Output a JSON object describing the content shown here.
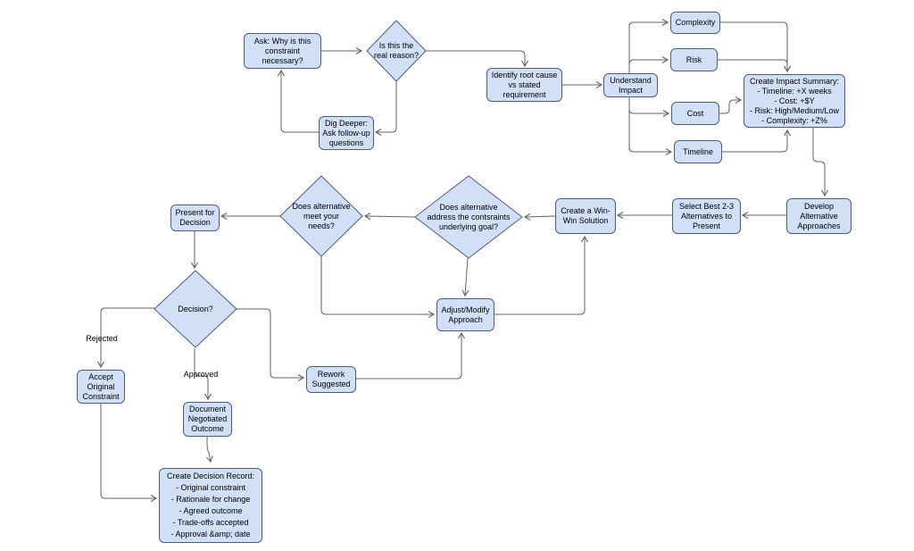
{
  "diagram": {
    "type": "flowchart",
    "colors": {
      "node_fill": "#d2e0f7",
      "node_border": "#4e5f73",
      "edge": "#636363",
      "text": "#000000",
      "background": "#ffffff"
    },
    "nodes": {
      "ask_why": {
        "label": "Ask: Why is this\nconstraint\nnecessary?"
      },
      "real_reason": {
        "label": "Is this the\nreal reason?"
      },
      "dig_deeper": {
        "label": "Dig Deeper:\nAsk follow-up\nquestions"
      },
      "identify_root": {
        "label": "Identify root cause\nvs stated\nrequirement"
      },
      "understand_impact": {
        "label": "Understand\nImpact"
      },
      "complexity": {
        "label": "Complexity"
      },
      "risk": {
        "label": "Risk"
      },
      "cost": {
        "label": "Cost"
      },
      "timeline": {
        "label": "Timeline"
      },
      "impact_summary": {
        "label": "Create Impact Summary:\n- Timeline: +X weeks\n- Cost: +$Y\n- Risk: High/Medium/Low\n- Complexity: +Z%"
      },
      "develop_alt": {
        "label": "Develop\nAlternative\nApproaches"
      },
      "select_best": {
        "label": "Select Best 2-3\nAlternatives to\nPresent"
      },
      "win_win": {
        "label": "Create a Win-\nWin Solution"
      },
      "addr_goal": {
        "label": "Does alternative\naddress the contsraints\nunderlying goal?"
      },
      "meet_needs": {
        "label": "Does alternative\nmeet your\nneeds?"
      },
      "present_decision": {
        "label": "Present for\nDecision"
      },
      "decision": {
        "label": "Decision?"
      },
      "adjust_modify": {
        "label": "Adjust/Modify\nApproach"
      },
      "rework": {
        "label": "Rework\nSuggested"
      },
      "accept_original": {
        "label": "Accept\nOriginal\nConstraint"
      },
      "document_outcome": {
        "label": "Document\nNegotiated\nOutcome"
      },
      "decision_record": {
        "label": "Create Decision Record:\n- Original constraint\n- Rationale for change\n- Agreed outcome\n- Trade-offs accepted\n- Approval &amp; date"
      }
    },
    "edge_labels": {
      "rejected": "Rejected",
      "approved": "Approved"
    }
  }
}
